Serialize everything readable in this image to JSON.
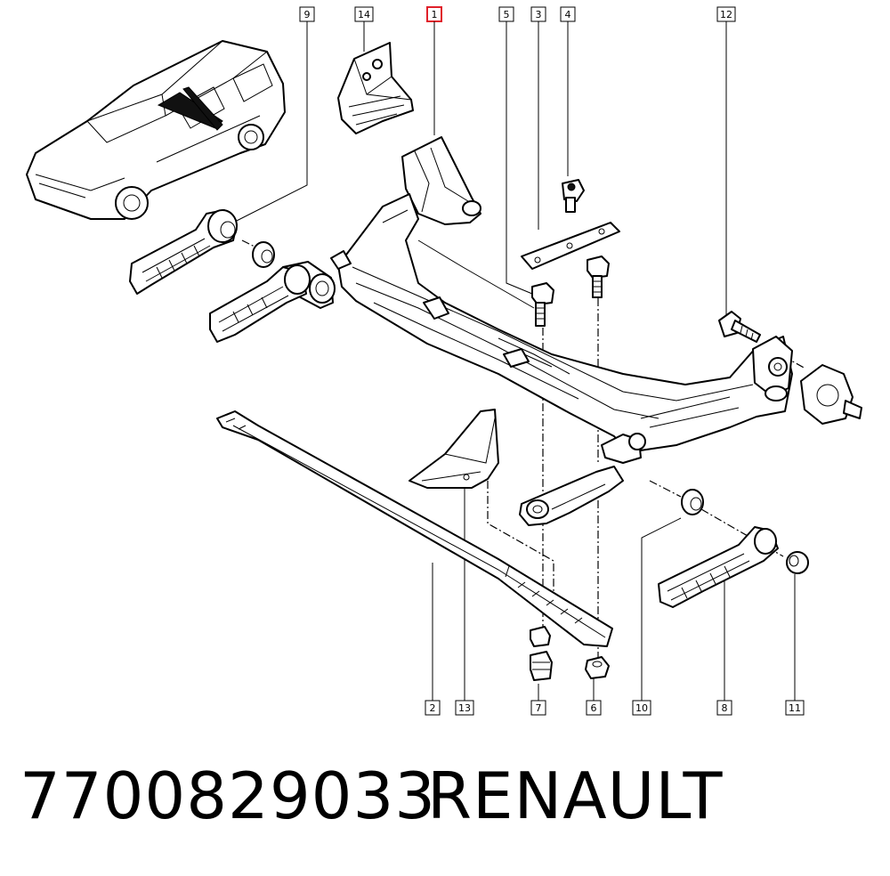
{
  "callouts": {
    "c1": "1",
    "c2": "2",
    "c3": "3",
    "c4": "4",
    "c5": "5",
    "c6": "6",
    "c7": "7",
    "c8": "8",
    "c9": "9",
    "c10": "10",
    "c11": "11",
    "c12": "12",
    "c13": "13",
    "c14": "14"
  },
  "highlight_color": "#e0202a",
  "caption": {
    "part_number": "7700829033",
    "brand": "RENAULT"
  }
}
